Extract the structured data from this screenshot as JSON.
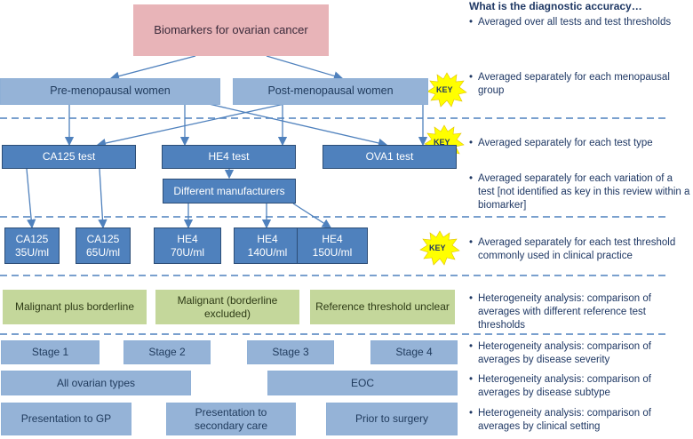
{
  "title": "Biomarkers for ovarian cancer",
  "groups": [
    "Pre-menopausal women",
    "Post-menopausal women"
  ],
  "tests": [
    "CA125 test",
    "HE4 test",
    "OVA1 test"
  ],
  "manufacturers": "Different manufacturers",
  "thresholds": [
    {
      "name": "CA125",
      "value": "35U/ml"
    },
    {
      "name": "CA125",
      "value": "65U/ml"
    },
    {
      "name": "HE4",
      "value": "70U/ml"
    },
    {
      "name": "HE4",
      "value": "140U/ml"
    },
    {
      "name": "HE4",
      "value": "150U/ml"
    }
  ],
  "reference": [
    "Malignant plus borderline",
    "Malignant (borderline excluded)",
    "Reference threshold unclear"
  ],
  "stages": [
    "Stage 1",
    "Stage 2",
    "Stage 3",
    "Stage 4"
  ],
  "subtypes": [
    "All ovarian types",
    "EOC"
  ],
  "settings": [
    "Presentation to GP",
    "Presentation to secondary care",
    "Prior to surgery"
  ],
  "key_label": "KEY",
  "right": {
    "heading": "What is the diagnostic accuracy…",
    "items": [
      "Averaged over all tests and test thresholds",
      "Averaged separately for each menopausal group",
      "Averaged separately for each test type",
      "Averaged separately for each variation of a test [not identified as key in this review within a biomarker]",
      "Averaged separately for each test threshold commonly used in clinical practice",
      "Heterogeneity analysis: comparison of averages with  different reference test thresholds",
      "Heterogeneity analysis: comparison of averages by disease severity",
      "Heterogeneity analysis: comparison of averages by disease subtype",
      "Heterogeneity analysis: comparison of averages by clinical setting"
    ]
  },
  "colors": {
    "pink": "#e8b4b8",
    "light_blue": "#95b3d7",
    "dark_blue": "#4f81bd",
    "green": "#c4d79b",
    "star": "#ffff00",
    "dash": "#4f81bd",
    "text": "#1f3864"
  }
}
